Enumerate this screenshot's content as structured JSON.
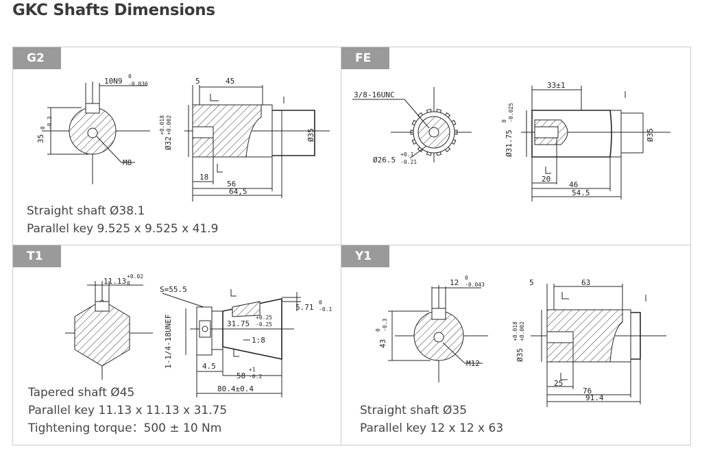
{
  "title": "GKC Shafts Dimensions",
  "panels": {
    "g2": {
      "tab": "G2",
      "captions": [
        "Straight shaft Ø38.1",
        "Parallel key 9.525 x 9.525 x 41.9"
      ],
      "dims": {
        "key": "10N9",
        "key_tol_top": "0",
        "key_tol_bot": "-0.036",
        "height": "35",
        "height_tol_top": "0",
        "height_tol_bot": "-0.3",
        "thread": "M8",
        "d5": "5",
        "d45": "45",
        "dia32": "Ø32",
        "dia32_tol_top": "+0.018",
        "dia32_tol_bot": "+0.002",
        "dia35": "Ø35",
        "d18": "18",
        "d56": "56",
        "d645": "64,5"
      }
    },
    "fe": {
      "tab": "FE",
      "captions": [],
      "dims": {
        "unc": "3/8-16UNC",
        "d33": "33±1",
        "dia26": "Ø26.5",
        "dia26_tol_top": "+0.1",
        "dia26_tol_bot": "-0.21",
        "dia3175": "Ø31.75",
        "dia3175_tol_top": "0",
        "dia3175_tol_bot": "-0.025",
        "dia35": "Ø35",
        "d20": "20",
        "d46": "46",
        "d545": "54.5"
      }
    },
    "t1": {
      "tab": "T1",
      "captions": [
        "Tapered shaft Ø45",
        "Parallel key  11.13 x 11.13 x 31.75",
        "Tightening torque：500 ± 10 Nm"
      ],
      "dims": {
        "d1113": "11.13",
        "d1113_tol_top": "+0.02",
        "d1113_tol_bot": "0",
        "s": "S=55.5",
        "unef": "1-1/4-18UNEF",
        "d3175": "31.75",
        "d3175_tol_top": "+0.25",
        "d3175_tol_bot": "-0.25",
        "d571": "5.71",
        "d571_tol_top": "0",
        "d571_tol_bot": "-0.1",
        "taper": "1:8",
        "d45": "4.5",
        "d58": "58",
        "d58_tol_top": "+1",
        "d58_tol_bot": "-0.2",
        "d804": "80.4±0.4"
      }
    },
    "y1": {
      "tab": "Y1",
      "captions": [
        "Straight shaft Ø35",
        "Parallel key 12 x 12 x 63"
      ],
      "dims": {
        "d12": "12",
        "d12_tol_top": "0",
        "d12_tol_bot": "-0.043",
        "h43": "43",
        "h43_tol_top": "0",
        "h43_tol_bot": "-0.3",
        "thread": "M12",
        "d5": "5",
        "d63": "63",
        "dia35": "Ø35",
        "dia35_tol_top": "+0.018",
        "dia35_tol_bot": "+0.002",
        "d25": "25",
        "d76": "76",
        "d914": "91.4"
      }
    }
  }
}
